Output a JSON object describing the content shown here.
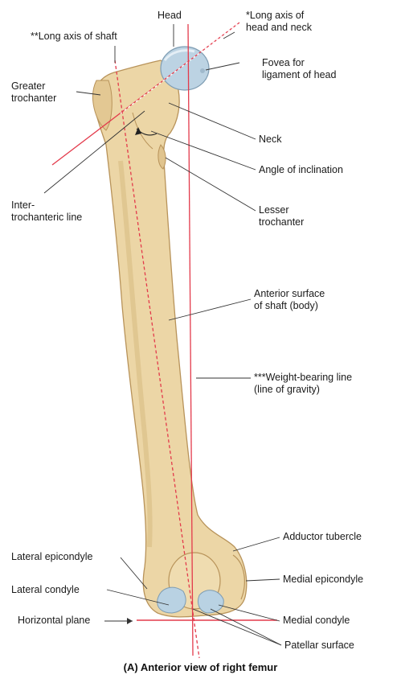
{
  "labels": {
    "head": "Head",
    "long_axis_head_neck": [
      "*Long axis of",
      "head and neck"
    ],
    "long_axis_shaft": "**Long axis of shaft",
    "fovea": [
      "Fovea for",
      "ligament of head"
    ],
    "greater_trochanter": [
      "Greater",
      "trochanter"
    ],
    "neck": "Neck",
    "angle_of_inclination": "Angle of inclination",
    "intertrochanteric_line": [
      "Inter-",
      "trochanteric line"
    ],
    "lesser_trochanter": [
      "Lesser",
      "trochanter"
    ],
    "anterior_surface": [
      "Anterior surface",
      "of shaft (body)"
    ],
    "weight_bearing_line": [
      "***Weight-bearing line",
      "(line of gravity)"
    ],
    "adductor_tubercle": "Adductor tubercle",
    "lateral_epicondyle": "Lateral epicondyle",
    "medial_epicondyle": "Medial epicondyle",
    "lateral_condyle": "Lateral condyle",
    "medial_condyle": "Medial condyle",
    "horizontal_plane": "Horizontal plane",
    "patellar_surface": "Patellar surface"
  },
  "caption": "(A) Anterior view of right femur",
  "colors": {
    "bone_fill": "#ecd6a6",
    "bone_stroke": "#b8935a",
    "cartilage": "#b9d2e3",
    "axis_line": "#e33a4b",
    "leader": "#333333"
  }
}
